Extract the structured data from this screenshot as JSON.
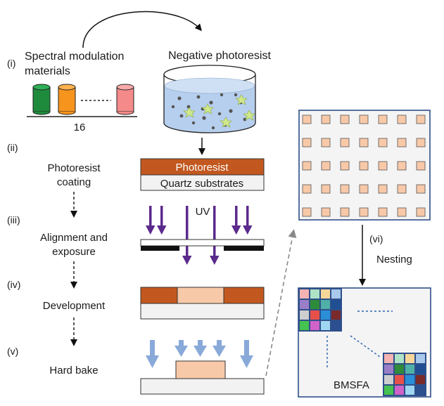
{
  "steps": {
    "i": "(i)",
    "ii": "(ii)",
    "iii": "(iii)",
    "iv": "(iv)",
    "v": "(v)",
    "vi": "(vi)"
  },
  "materials": {
    "line1": "Spectral modulation",
    "line2": "materials",
    "count": "16",
    "can_colors": [
      "#1e8a3c",
      "#f7941d",
      "#f48a8a"
    ]
  },
  "negative_photoresist": "Negative photoresist",
  "coating": {
    "line1": "Photoresist",
    "line2": "coating",
    "layer_top": "Photoresist",
    "layer_bottom": "Quartz substrates"
  },
  "alignment": {
    "line1": "Alignment and",
    "line2": "exposure",
    "uv": "UV"
  },
  "development": "Development",
  "hard_bake": "Hard bake",
  "nesting": "Nesting",
  "bmsfa": "BMSFA",
  "colors": {
    "photoresist": "#c2581f",
    "pixel": "#f8c9a8",
    "uv_arrow": "#5b2a8c",
    "bake_arrow": "#89a9d9",
    "frame": "#2f4f8a",
    "dash": "#2a5fad"
  },
  "mosaic_colors": [
    "#f5b3b3",
    "#aee3c6",
    "#f7d799",
    "#a8c8ec",
    "#9a7fc8",
    "#2e8b3a",
    "#4fb0a8",
    "#1f4f92",
    "#cfcfcf",
    "#e8504a",
    "#2b8fd8",
    "#7a2a2a",
    "#45c24f",
    "#d063c8",
    "#9fd6f2",
    "#2b4f8f"
  ]
}
